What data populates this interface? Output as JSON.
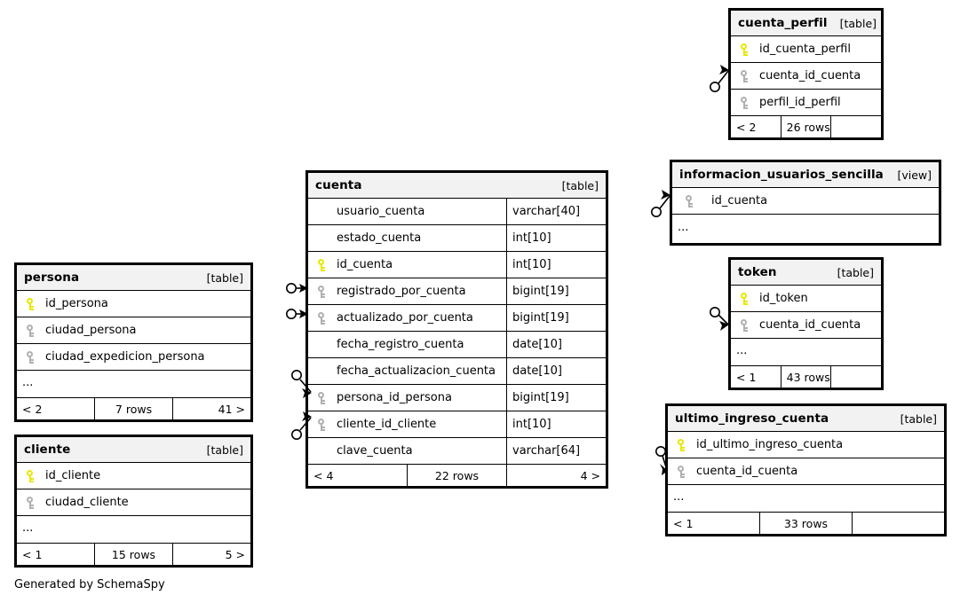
{
  "page": {
    "generated_note": "Generated by SchemaSpy",
    "background": "#ffffff",
    "pk_color": "#e8e800",
    "fk_color": "#b0b0b0",
    "header_bg": "#f2f2f2",
    "border_color": "#000000"
  },
  "entities": {
    "persona": {
      "name": "persona",
      "kind": "[table]",
      "columns": [
        {
          "key": "pk",
          "name": "id_persona"
        },
        {
          "key": "fk",
          "name": "ciudad_persona"
        },
        {
          "key": "fk",
          "name": "ciudad_expedicion_persona"
        }
      ],
      "ellipsis": "...",
      "footer": {
        "left": "< 2",
        "center": "7 rows",
        "right": "41 >"
      }
    },
    "cliente": {
      "name": "cliente",
      "kind": "[table]",
      "columns": [
        {
          "key": "pk",
          "name": "id_cliente"
        },
        {
          "key": "fk",
          "name": "ciudad_cliente"
        }
      ],
      "ellipsis": "...",
      "footer": {
        "left": "< 1",
        "center": "15 rows",
        "right": "5 >"
      }
    },
    "cuenta": {
      "name": "cuenta",
      "kind": "[table]",
      "columns": [
        {
          "key": "none",
          "name": "usuario_cuenta",
          "type": "varchar[40]"
        },
        {
          "key": "none",
          "name": "estado_cuenta",
          "type": "int[10]"
        },
        {
          "key": "pk",
          "name": "id_cuenta",
          "type": "int[10]"
        },
        {
          "key": "fk",
          "name": "registrado_por_cuenta",
          "type": "bigint[19]"
        },
        {
          "key": "fk",
          "name": "actualizado_por_cuenta",
          "type": "bigint[19]"
        },
        {
          "key": "none",
          "name": "fecha_registro_cuenta",
          "type": "date[10]"
        },
        {
          "key": "none",
          "name": "fecha_actualizacion_cuenta",
          "type": "date[10]"
        },
        {
          "key": "fk",
          "name": "persona_id_persona",
          "type": "bigint[19]"
        },
        {
          "key": "fk",
          "name": "cliente_id_cliente",
          "type": "int[10]"
        },
        {
          "key": "none",
          "name": "clave_cuenta",
          "type": "varchar[64]"
        }
      ],
      "footer": {
        "left": "< 4",
        "center": "22 rows",
        "right": "4 >"
      }
    },
    "cuenta_perfil": {
      "name": "cuenta_perfil",
      "kind": "[table]",
      "columns": [
        {
          "key": "pk",
          "name": "id_cuenta_perfil"
        },
        {
          "key": "fk",
          "name": "cuenta_id_cuenta"
        },
        {
          "key": "fk",
          "name": "perfil_id_perfil"
        }
      ],
      "footer": {
        "left": "< 2",
        "center": "26 rows",
        "right": ""
      }
    },
    "informacion_usuarios_sencilla": {
      "name": "informacion_usuarios_sencilla",
      "kind": "[view]",
      "columns": [
        {
          "key": "fk",
          "name": "id_cuenta"
        }
      ],
      "ellipsis": "..."
    },
    "token": {
      "name": "token",
      "kind": "[table]",
      "columns": [
        {
          "key": "pk",
          "name": "id_token"
        },
        {
          "key": "fk",
          "name": "cuenta_id_cuenta"
        }
      ],
      "ellipsis": "...",
      "footer": {
        "left": "< 1",
        "center": "43 rows",
        "right": ""
      }
    },
    "ultimo_ingreso_cuenta": {
      "name": "ultimo_ingreso_cuenta",
      "kind": "[table]",
      "columns": [
        {
          "key": "pk",
          "name": "id_ultimo_ingreso_cuenta"
        },
        {
          "key": "fk",
          "name": "cuenta_id_cuenta"
        }
      ],
      "ellipsis": "...",
      "footer": {
        "left": "< 1",
        "center": "33 rows",
        "right": ""
      }
    }
  }
}
